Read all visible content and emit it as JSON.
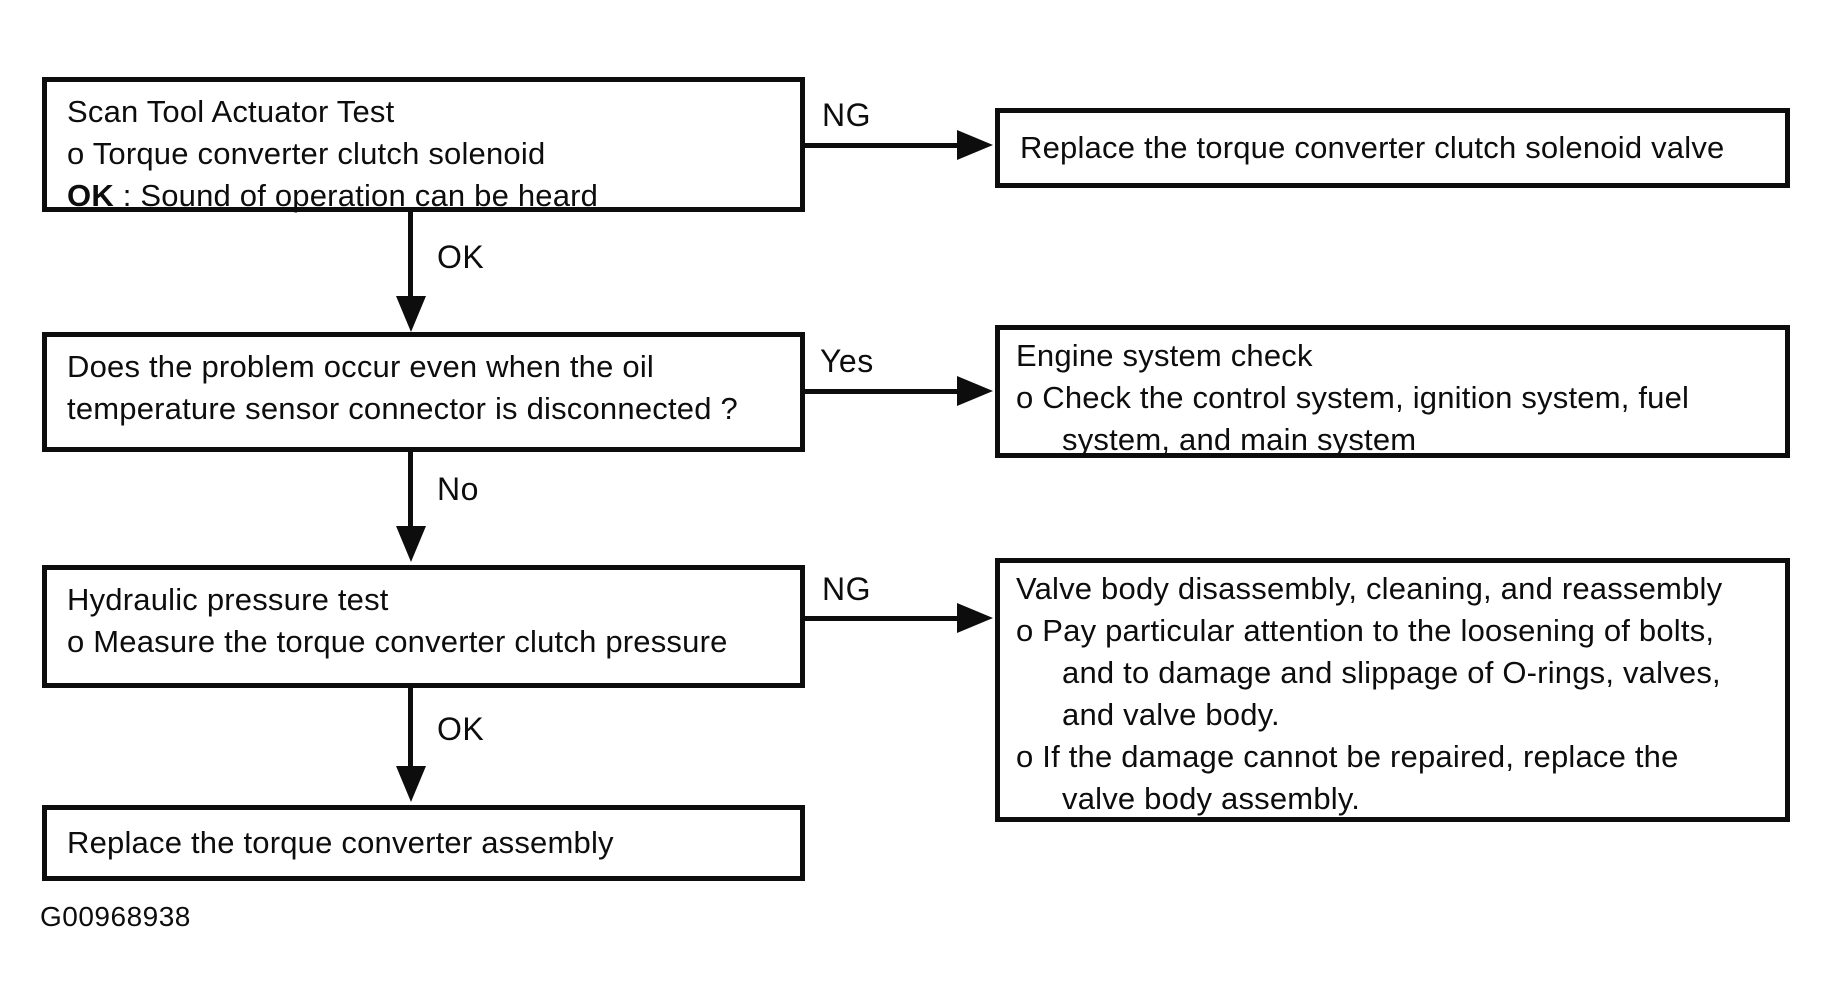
{
  "colors": {
    "ink": "#0d0d0d",
    "background": "#ffffff"
  },
  "caption": {
    "figure_id": "G00968938"
  },
  "nodes": {
    "scan_tool_test": {
      "lines": [
        "Scan Tool Actuator Test",
        "o Torque converter clutch solenoid"
      ],
      "ok_bold": "OK",
      "ok_rest": " : Sound of operation can be heard"
    },
    "replace_solenoid_valve": {
      "text": "Replace the torque converter clutch solenoid valve"
    },
    "oil_temp_question": {
      "lines": [
        "Does the problem occur even when the oil",
        "temperature sensor connector is disconnected ?"
      ]
    },
    "engine_system_check": {
      "lines": [
        "Engine system check",
        "o Check the control system, ignition system, fuel",
        "system, and main system"
      ]
    },
    "hydraulic_pressure_test": {
      "lines": [
        "Hydraulic pressure test",
        "o Measure the torque converter clutch pressure"
      ]
    },
    "valve_body_service": {
      "lines": [
        "Valve body disassembly, cleaning, and reassembly",
        "o Pay particular attention to the loosening of bolts,",
        "and to damage and slippage of O-rings, valves,",
        "and valve body.",
        "o If the damage cannot be repaired, replace the",
        "valve body assembly."
      ]
    },
    "replace_torque_converter": {
      "text": "Replace the torque converter assembly"
    }
  },
  "edges": {
    "ng1": {
      "label": "NG"
    },
    "ok1": {
      "label": "OK"
    },
    "yes1": {
      "label": "Yes"
    },
    "no1": {
      "label": "No"
    },
    "ng2": {
      "label": "NG"
    },
    "ok2": {
      "label": "OK"
    }
  }
}
